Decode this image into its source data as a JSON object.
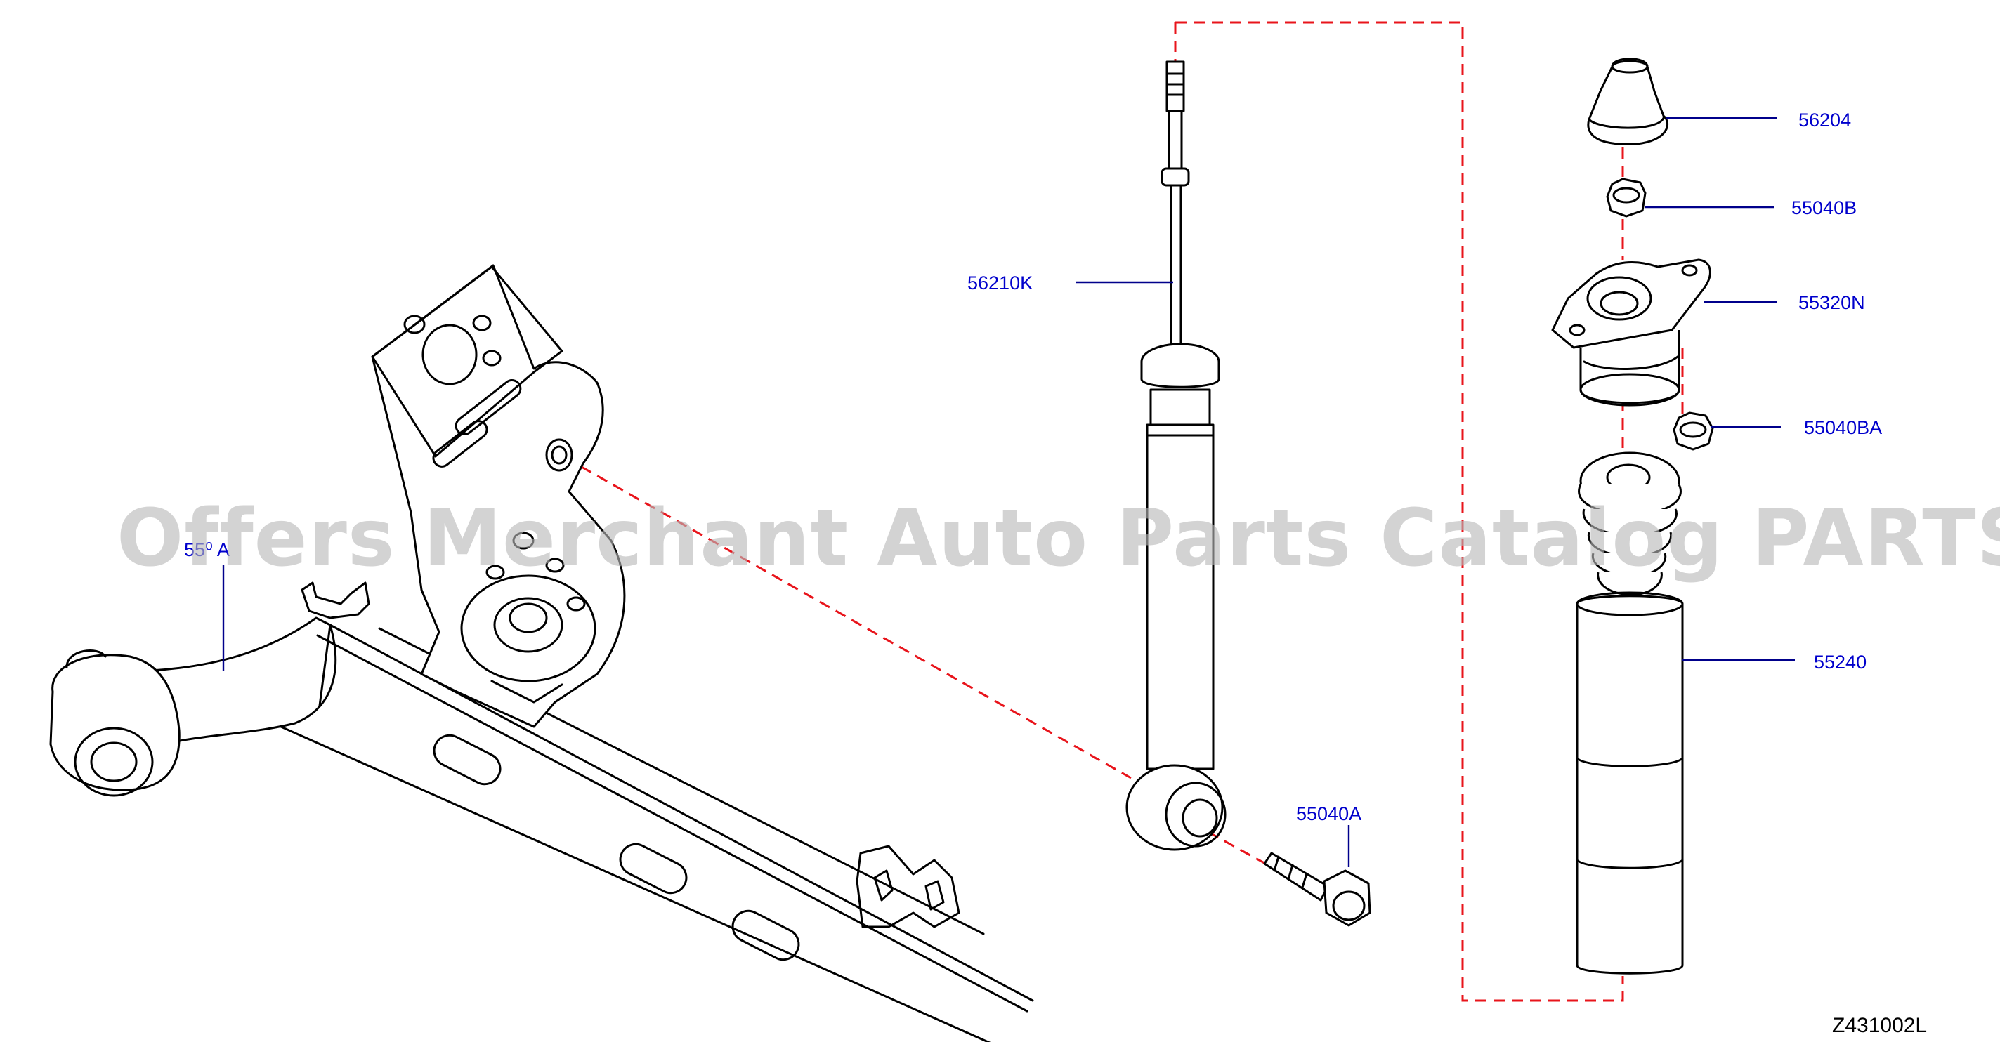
{
  "watermark": "Offers Merchant Auto Parts Catalog PARTSTORE.SA",
  "diagram_code": "Z431002L",
  "callouts": {
    "p_56210K": "56210K",
    "p_56204": "56204",
    "p_55040B": "55040B",
    "p_55320N": "55320N",
    "p_55040BA": "55040BA",
    "p_55240": "55240",
    "p_55040A": "55040A",
    "p_obscured": "55⁰ A"
  },
  "colors": {
    "leader_line": "#00008b",
    "callout_text": "#0000cc",
    "exploded_view_guide": "#e8141b",
    "watermark": "#b8b8b8"
  }
}
